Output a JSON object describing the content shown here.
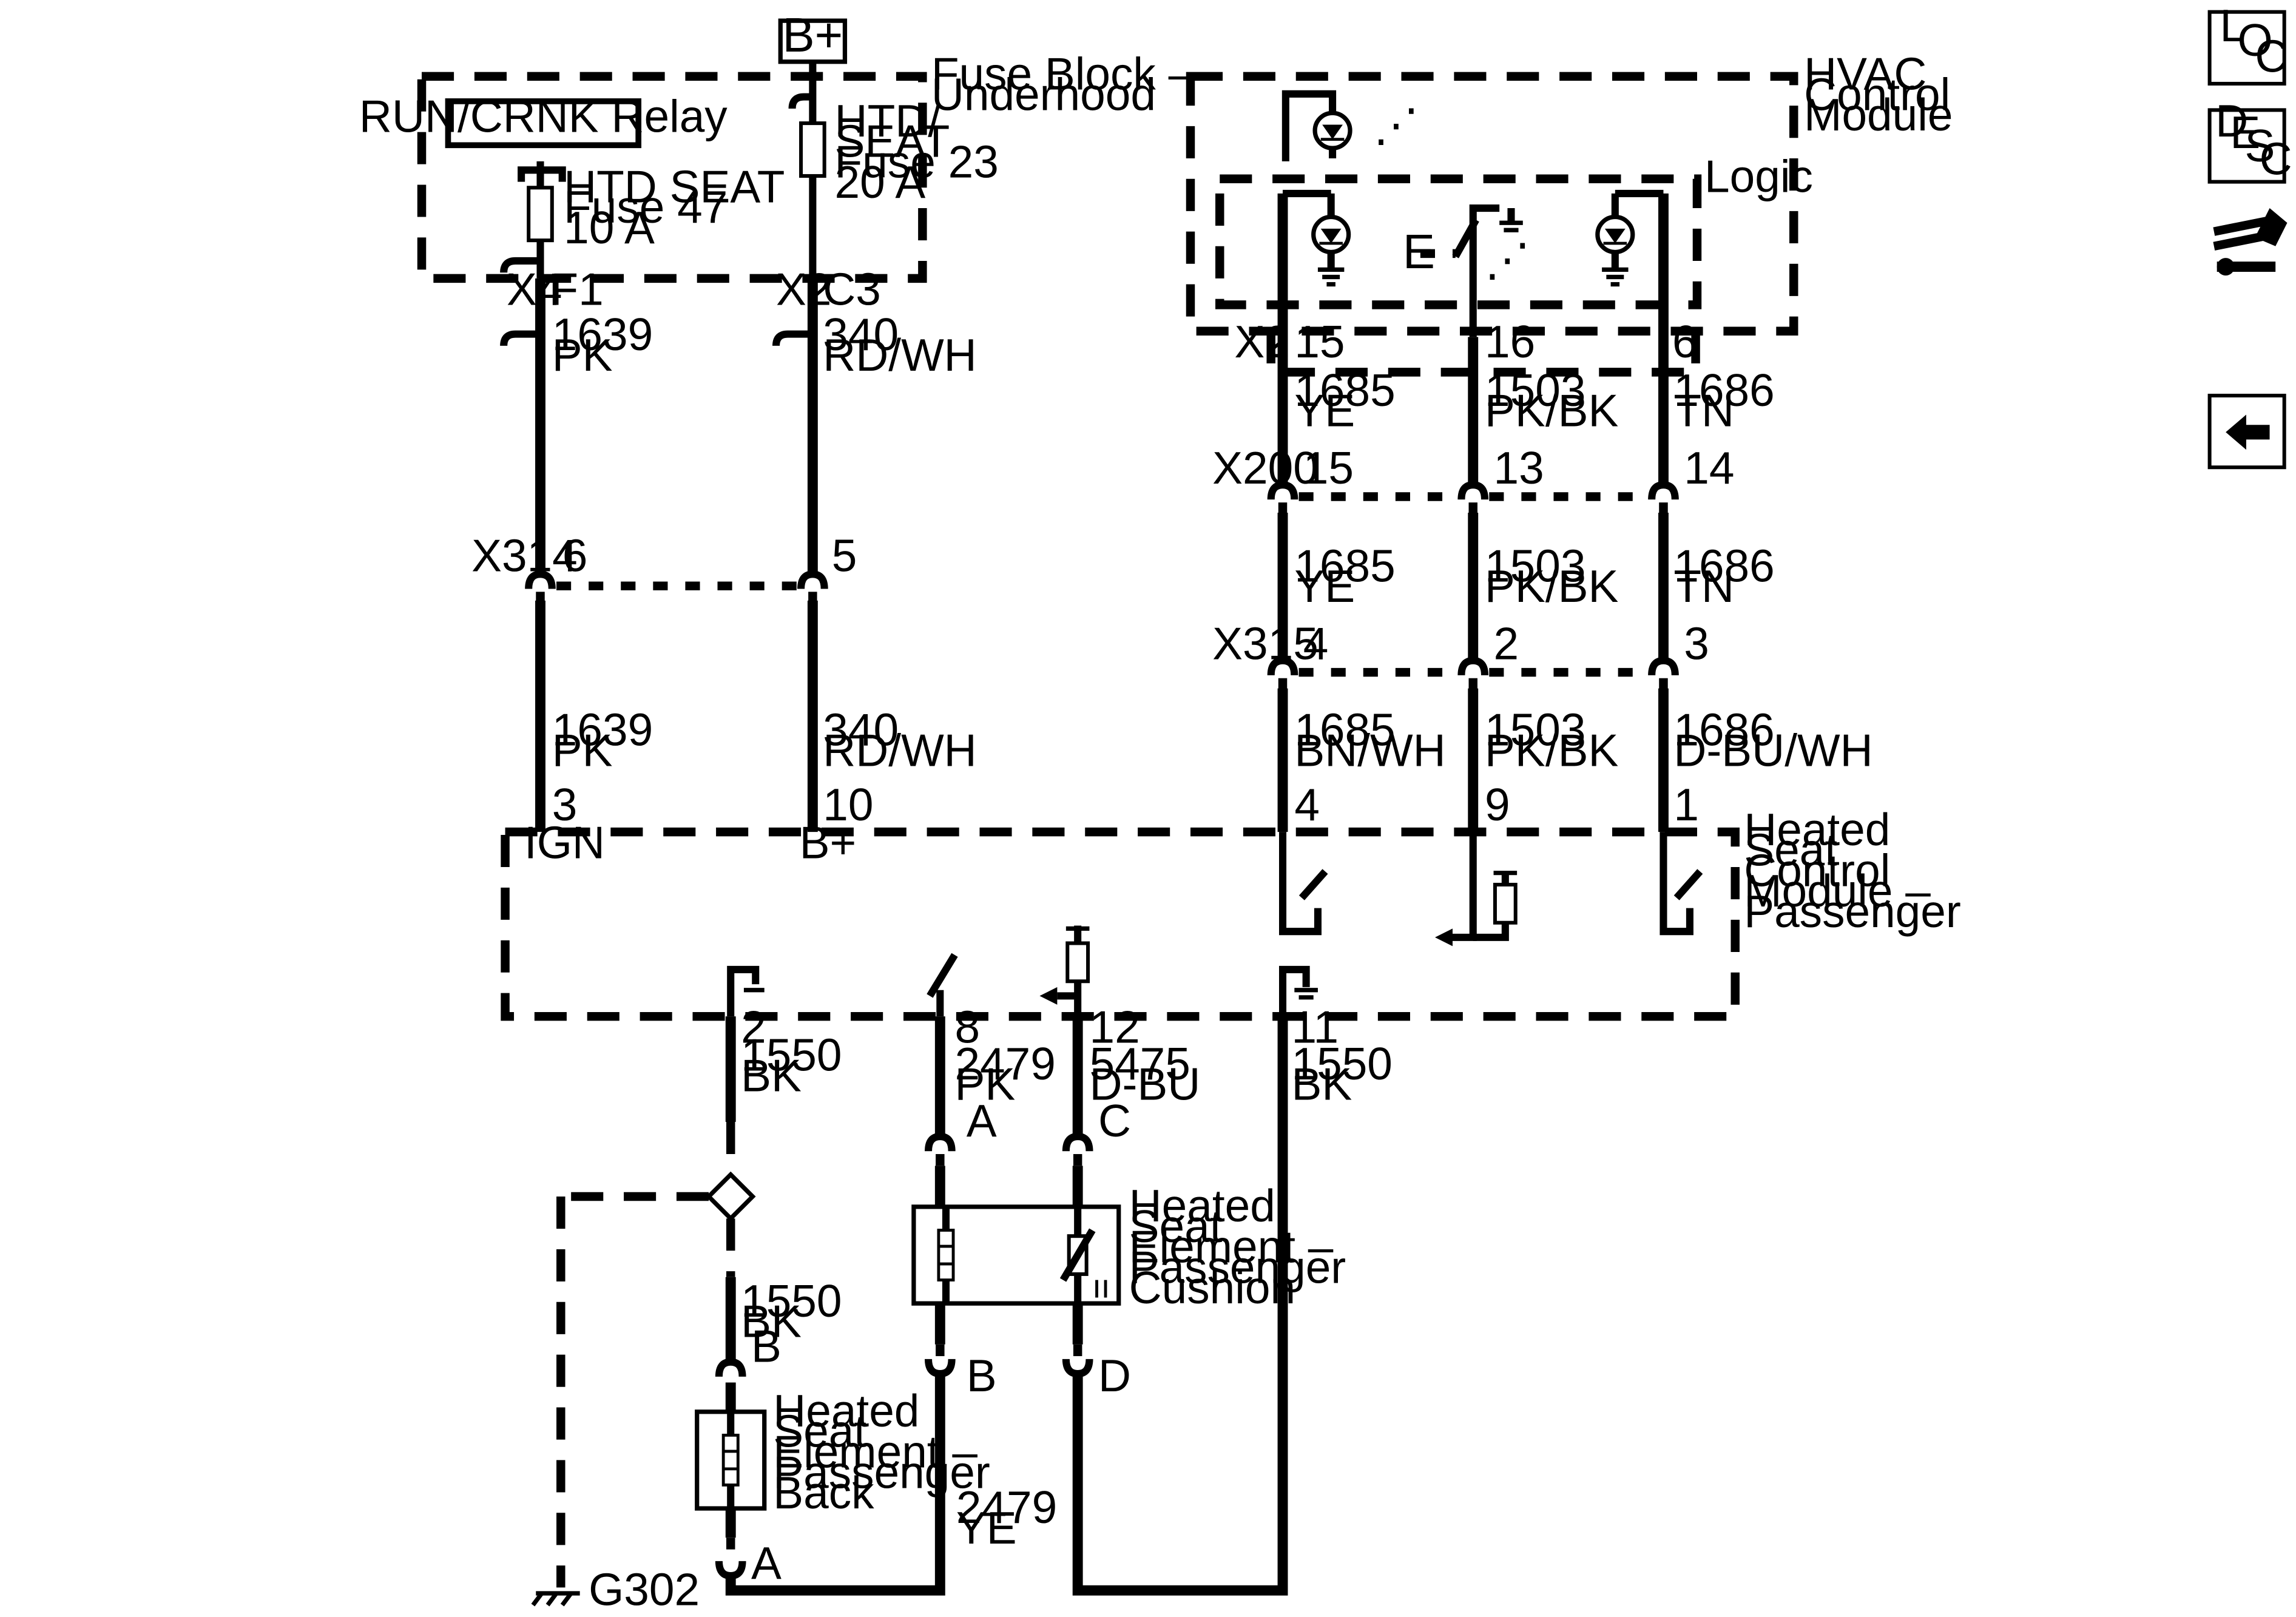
{
  "power": {
    "bplus": "B+"
  },
  "fuse_block": {
    "title": [
      "Fuse Block –",
      "Underhood"
    ],
    "relay": "RUN/CRNK Relay",
    "fuse47": [
      "HTD SEAT",
      "Fuse 47",
      "10 A"
    ],
    "fuse23": [
      "HTD/",
      "SEAT",
      "Fuse 23",
      "20 A"
    ]
  },
  "hvac": {
    "title": [
      "HVAC",
      "Control",
      "Module"
    ],
    "logic": "Logic",
    "E_label": "E"
  },
  "connectors": {
    "x4": "X4",
    "f1": "F1",
    "x2a": "X2",
    "c3": "C3",
    "x2b": "X2",
    "x200": "X200",
    "x314": "X314",
    "x315": "X315"
  },
  "pins": {
    "x2_15": "15",
    "x2_16": "16",
    "x2_6": "6",
    "x200_15": "15",
    "x200_13": "13",
    "x200_14": "14",
    "x314_6": "6",
    "x314_5": "5",
    "x315_4": "4",
    "x315_2": "2",
    "x315_3": "3",
    "m3": "3",
    "m10": "10",
    "m4": "4",
    "m9": "9",
    "m1": "1",
    "m2": "2",
    "m8": "8",
    "m12": "12",
    "m11": "11",
    "pA1": "A",
    "pC": "C",
    "pB1": "B",
    "pD": "D",
    "pB2": "B",
    "pA2": "A"
  },
  "wires": {
    "w1639_a": [
      "1639",
      "PK"
    ],
    "w340_a": [
      "340",
      "RD/WH"
    ],
    "w1639_b": [
      "1639",
      "PK"
    ],
    "w340_b": [
      "340",
      "RD/WH"
    ],
    "w1685_a": [
      "1685",
      "YE"
    ],
    "w1503_a": [
      "1503",
      "PK/BK"
    ],
    "w1686_a": [
      "1686",
      "TN"
    ],
    "w1685_b": [
      "1685",
      "YE"
    ],
    "w1503_b": [
      "1503",
      "PK/BK"
    ],
    "w1686_b": [
      "1686",
      "TN"
    ],
    "w1685_c": [
      "1685",
      "BN/WH"
    ],
    "w1503_c": [
      "1503",
      "PK/BK"
    ],
    "w1686_c": [
      "1686",
      "D-BU/WH"
    ],
    "w1550_a": [
      "1550",
      "BK"
    ],
    "w2479_a": [
      "2479",
      "PK"
    ],
    "w5475": [
      "5475",
      "D-BU"
    ],
    "w1550_b": [
      "1550",
      "BK"
    ],
    "w1550_c": [
      "1550",
      "BK"
    ],
    "w2479_b": [
      "2479",
      "YE"
    ]
  },
  "module": {
    "title": [
      "Heated",
      "Seat",
      "Control",
      "Module –",
      "Passenger"
    ],
    "ign": "IGN",
    "bplus": "B+"
  },
  "cushion": {
    "title": [
      "Heated",
      "Seat",
      "Element –",
      "Passenger",
      "Cushion"
    ]
  },
  "back": {
    "title": [
      "Heated",
      "Seat",
      "Element –",
      "Passenger",
      "Back"
    ]
  },
  "ground": "G302",
  "sidebar": {
    "loc": [
      "L",
      "O",
      "C"
    ],
    "desc": [
      "D",
      "E",
      "S",
      "C"
    ],
    "connector_icon": "connector-wrench-icon",
    "back_icon": "arrow-left-icon"
  }
}
